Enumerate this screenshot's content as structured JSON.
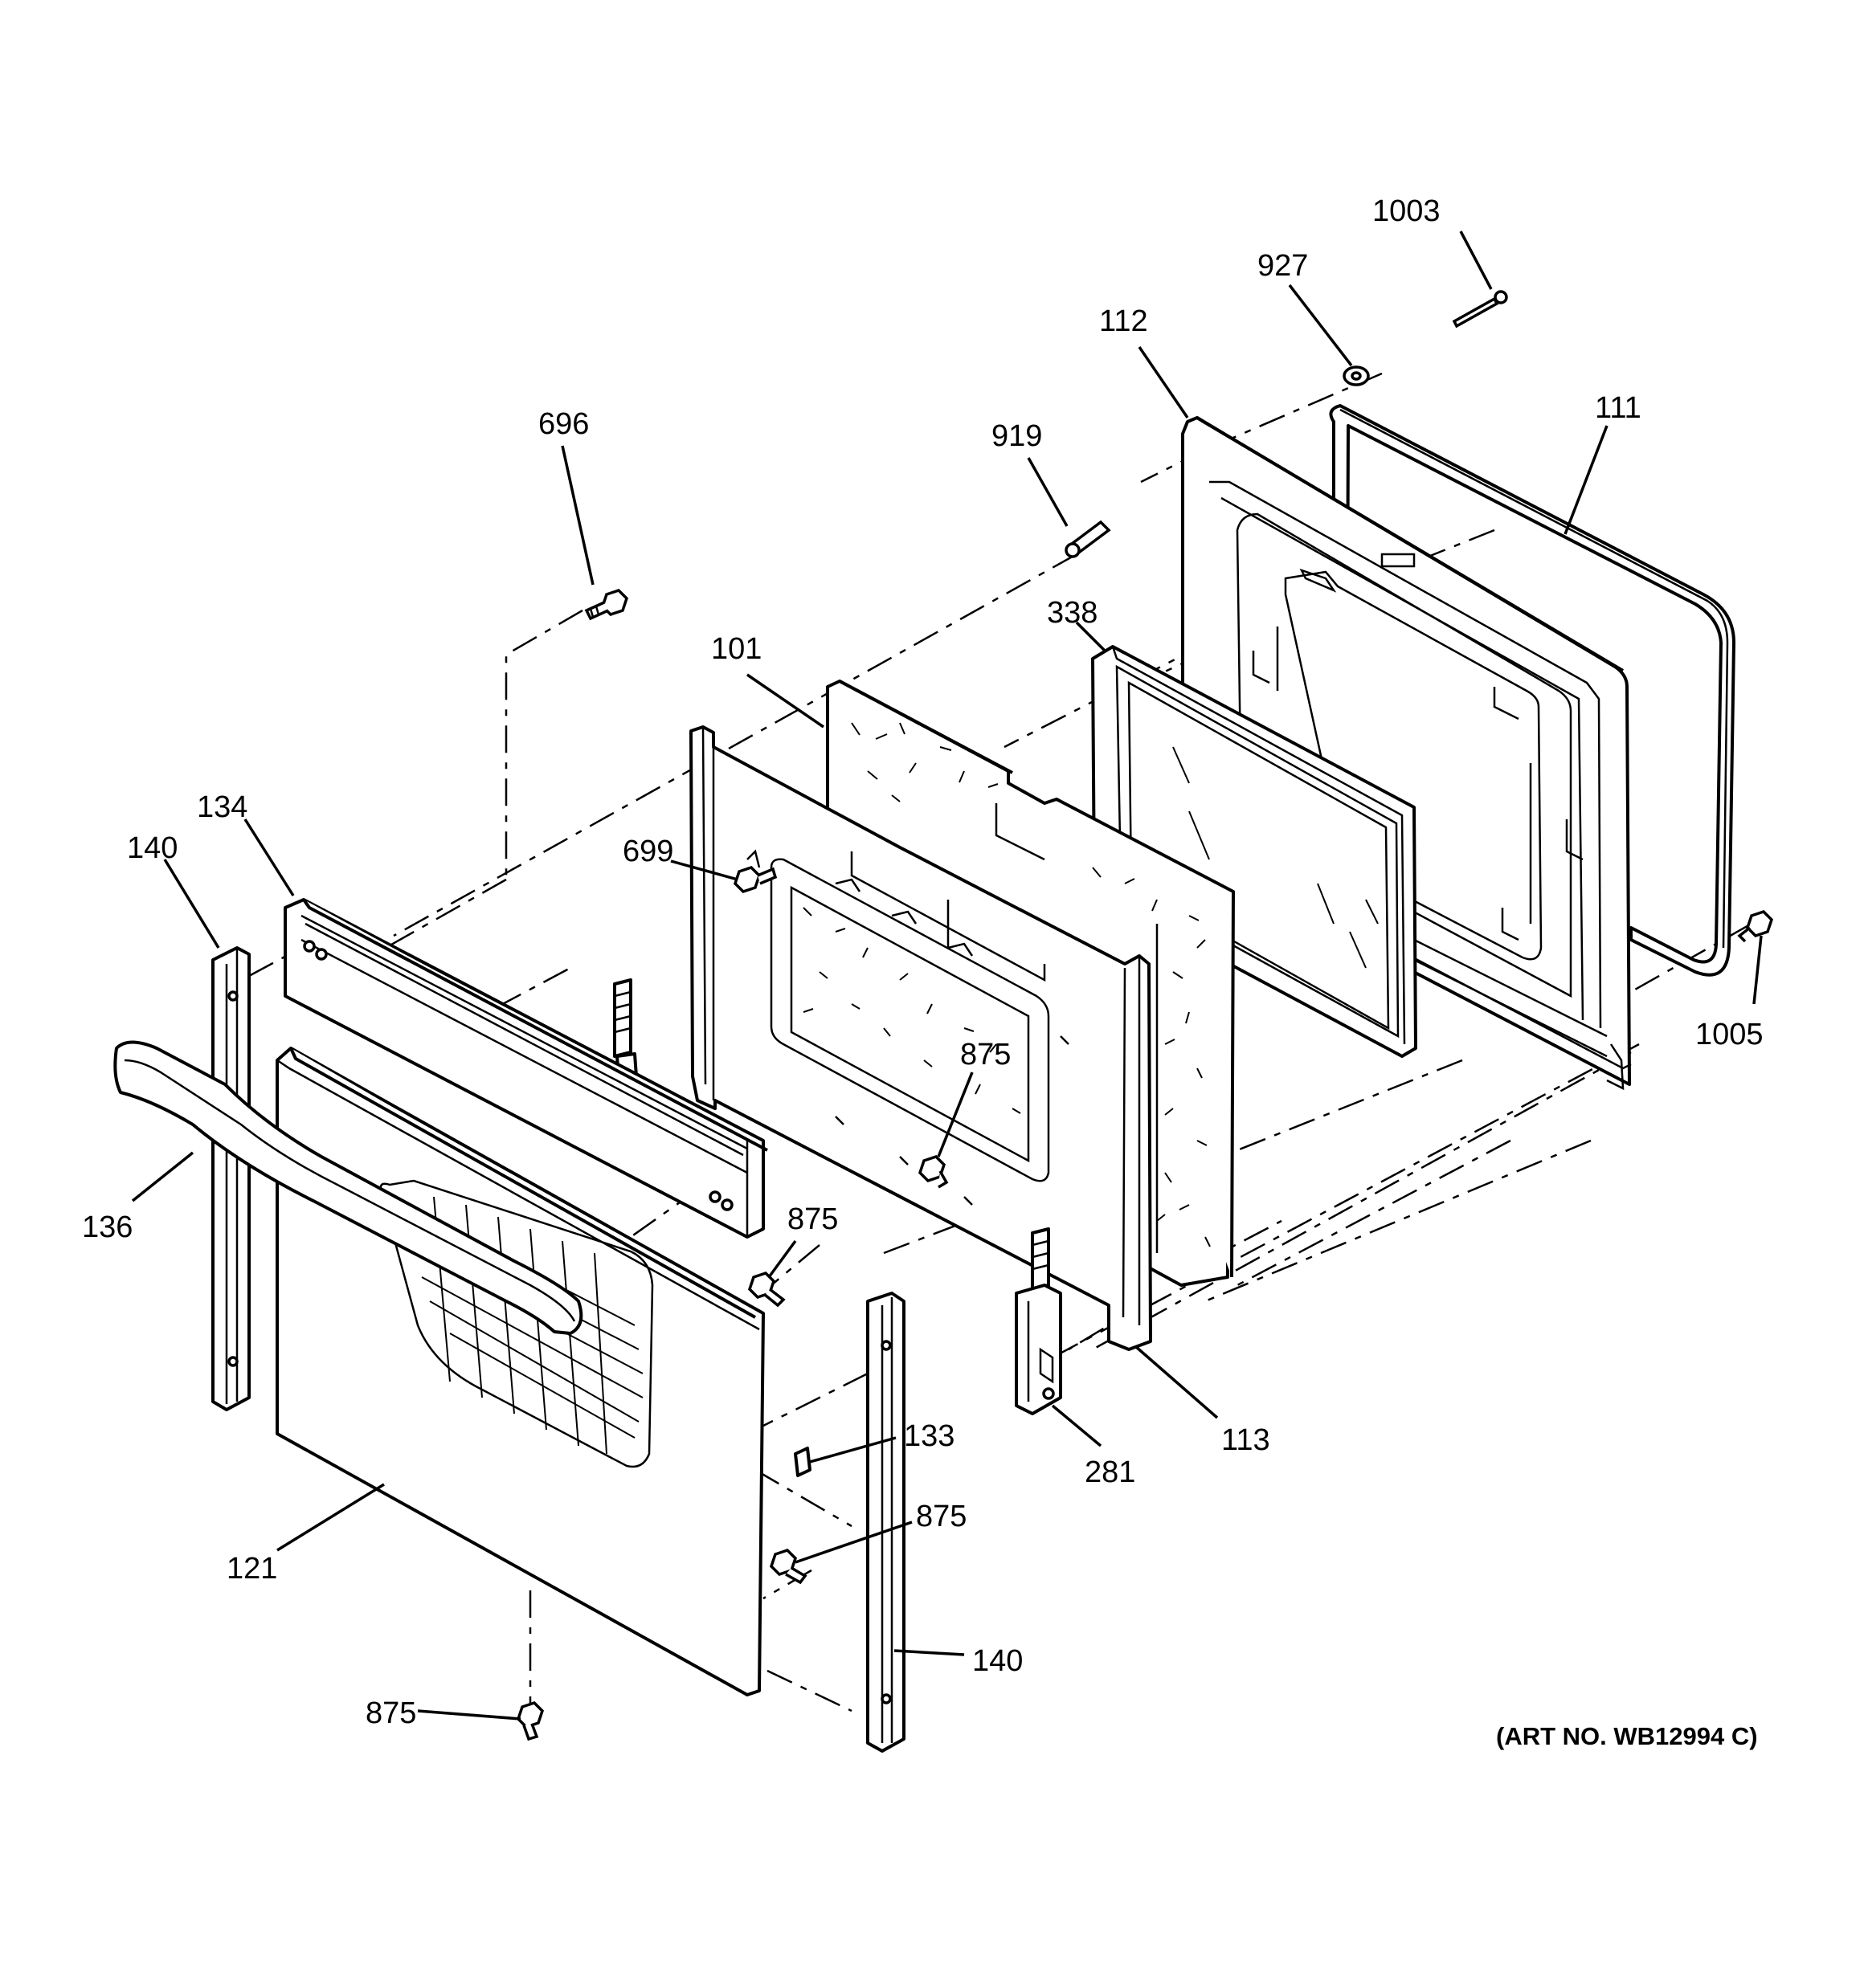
{
  "callouts": {
    "c1003": "1003",
    "c927": "927",
    "c112": "112",
    "c111": "111",
    "c919": "919",
    "c696": "696",
    "c338": "338",
    "c101": "101",
    "c134": "134",
    "c140_top": "140",
    "c699": "699",
    "c875_mid": "875",
    "c1005": "1005",
    "c136": "136",
    "c875_left": "875",
    "c133": "133",
    "c113": "113",
    "c281": "281",
    "c875_lower": "875",
    "c121": "121",
    "c140_bottom": "140",
    "c875_bottom": "875"
  },
  "art_number": "(ART NO. WB12994 C)"
}
